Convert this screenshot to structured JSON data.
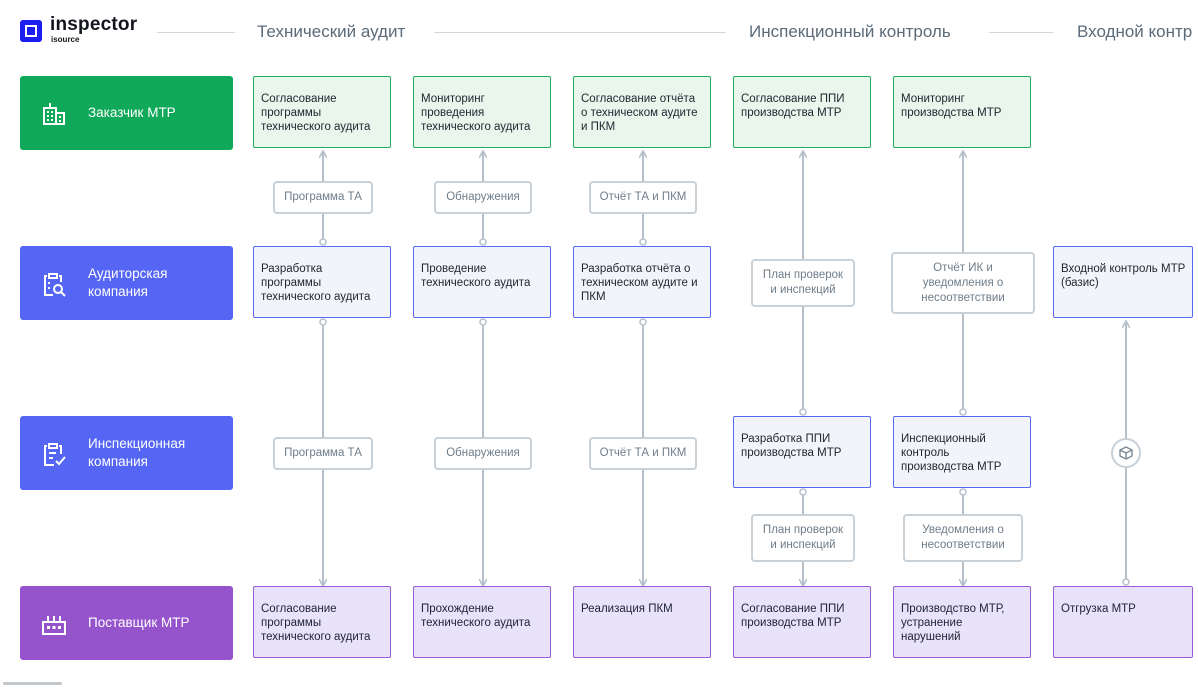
{
  "logo": {
    "name": "inspector",
    "sub": "isource"
  },
  "phases": [
    "Технический аудит",
    "Инспекционный контроль",
    "Входной контр"
  ],
  "roles": [
    {
      "label": "Заказчик МТР",
      "color": "#10a95a",
      "icon": "building-icon"
    },
    {
      "label": "Аудиторская компания",
      "color": "#5566f5",
      "icon": "audit-search-icon"
    },
    {
      "label": "Инспекционная компания",
      "color": "#5566f5",
      "icon": "inspection-check-icon"
    },
    {
      "label": "Поставщик МТР",
      "color": "#9553cc",
      "icon": "factory-icon"
    }
  ],
  "tasks": {
    "customer": [
      "Согласование программы технического аудита",
      "Мониторинг проведения технического аудита",
      "Согласование отчёта о техническом аудите и ПКМ",
      "Согласование ППИ производства МТР",
      "Мониторинг производства МТР"
    ],
    "auditor": [
      "Разработка программы технического аудита",
      "Проведение технического аудита",
      "Разработка отчёта о техническом аудите и ПКМ",
      "Входной контроль МТР (базис)"
    ],
    "inspector": [
      "Разработка ППИ производства МТР",
      "Инспекционный контроль производства МТР"
    ],
    "supplier": [
      "Согласование программы технического аудита",
      "Прохождение технического аудита",
      "Реализация ПКМ",
      "Согласование ППИ производства МТР",
      "Производство МТР, устранение нарушений",
      "Отгрузка МТР"
    ]
  },
  "flow_labels": {
    "upper": [
      "Программа ТА",
      "Обнаружения",
      "Отчёт ТА и ПКМ",
      "План проверок и инспекций",
      "Отчёт ИК и уведомления о несоответствии"
    ],
    "lower": [
      "Программа ТА",
      "Обнаружения",
      "Отчёт ТА и ПКМ",
      "План проверок и инспекций",
      "Уведомления о несоответствии"
    ]
  },
  "colors": {
    "customer": "#10a95a",
    "auditor": "#5566f5",
    "inspector": "#5566f5",
    "supplier": "#9553cc",
    "connector": "#b4bfca"
  }
}
